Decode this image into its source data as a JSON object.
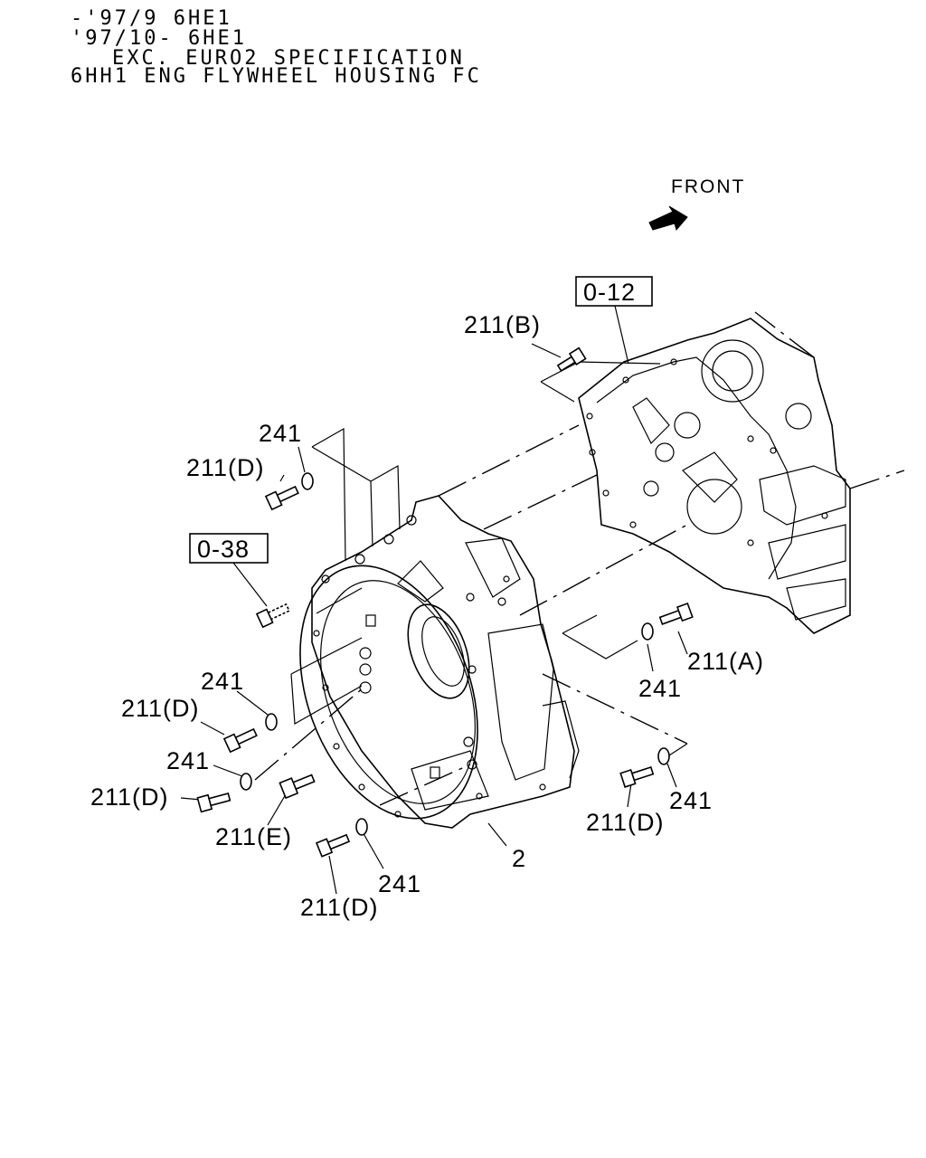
{
  "header": {
    "line1": "-'97/9 6HE1",
    "line2": "'97/10- 6HE1",
    "line3": "EXC. EURO2 SPECIFICATION",
    "line4": "6HH1 ENG FLYWHEEL HOUSING FC"
  },
  "front_label": "FRONT",
  "ref_boxes": {
    "box_a": "0-12",
    "box_b": "0-38"
  },
  "callouts": {
    "c_211b": "211(B)",
    "c_241_top": "241",
    "c_211d_top": "211(D)",
    "c_211a": "211(A)",
    "c_241_right": "241",
    "c_241_left1": "241",
    "c_211d_left1": "211(D)",
    "c_241_left2": "241",
    "c_211d_left2": "211(D)",
    "c_211e": "211(E)",
    "c_241_bottom": "241",
    "c_211d_bottom": "211(D)",
    "c_2": "2",
    "c_211d_right": "211(D)",
    "c_241_lowright": "241"
  }
}
